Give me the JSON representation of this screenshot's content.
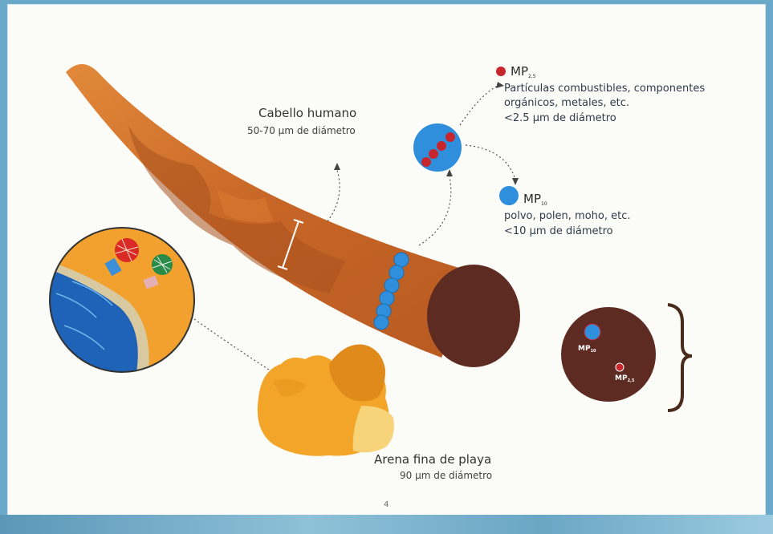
{
  "hair": {
    "title": "Cabello humano",
    "diameter": "50-70 µm de diámetro"
  },
  "mp25": {
    "label": "MP",
    "sub": "2,5",
    "line1": "Partículas combustibles, componentes",
    "line2": "orgánicos, metales, etc.",
    "diameter": "<2.5 µm de diámetro",
    "color": "#c7262c"
  },
  "mp10": {
    "label": "MP",
    "sub": "10",
    "line1": "polvo, polen, moho, etc.",
    "diameter": "<10 µm de diámetro",
    "color": "#2f8fdc"
  },
  "cross_section": {
    "mp10_label": "MP",
    "mp10_sub": "10",
    "mp25_label": "MP",
    "mp25_sub": "2,5"
  },
  "sand": {
    "title": "Arena fina de playa",
    "diameter": "90 µm de diámetro"
  },
  "page_number": "4",
  "colors": {
    "hair": "#c8692a",
    "hair_end": "#5a2a22",
    "sea": "#1e63b8",
    "beach": "#f2a12e",
    "sand_grain": "#f3a52a"
  }
}
